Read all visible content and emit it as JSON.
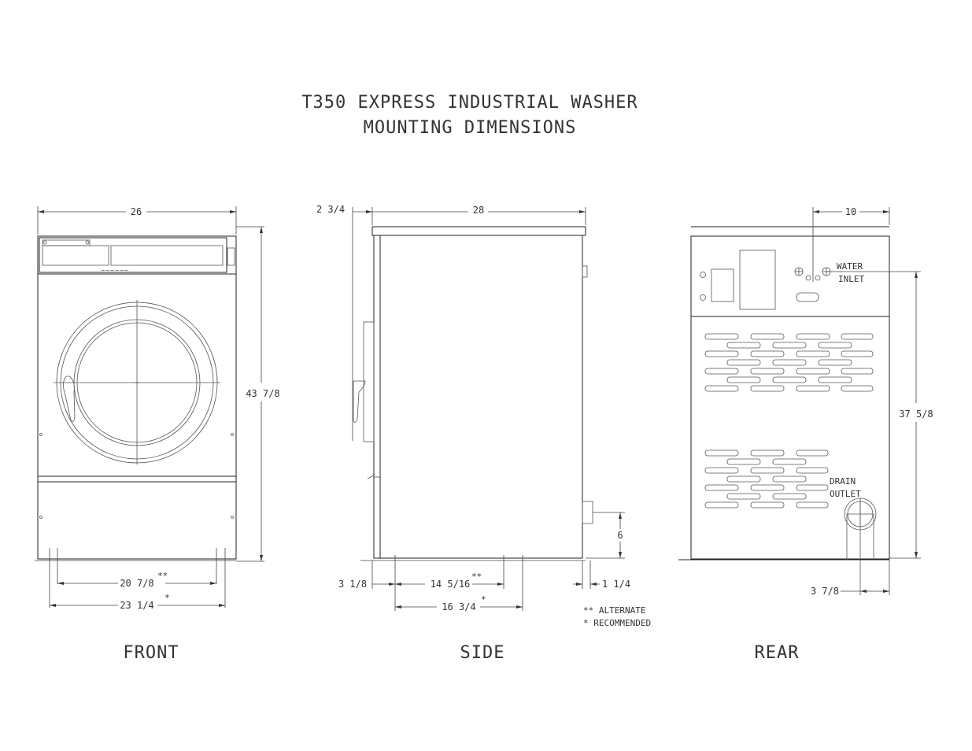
{
  "title": {
    "line1": "T350 EXPRESS INDUSTRIAL WASHER",
    "line2": "MOUNTING DIMENSIONS"
  },
  "front": {
    "label": "FRONT",
    "width_top": "26",
    "height_right": "43 7/8",
    "alt_width": "20 7/8",
    "alt_mark": "**",
    "rec_width": "23 1/4",
    "rec_mark": "*"
  },
  "side": {
    "label": "SIDE",
    "top_offset": "2 3/4",
    "depth_top": "28",
    "drain_height": "6",
    "left_offset": "3 1/8",
    "alt_depth": "14 5/16",
    "alt_mark": "**",
    "right_offset": "1 1/4",
    "rec_depth": "16 3/4",
    "rec_mark": "*"
  },
  "rear": {
    "label": "REAR",
    "inlet_offset": "10",
    "water_inlet_line1": "WATER",
    "water_inlet_line2": "INLET",
    "inlet_height": "37 5/8",
    "drain_line1": "DRAIN",
    "drain_line2": "OUTLET",
    "drain_offset": "3 7/8"
  },
  "legend": {
    "alternate": "** ALTERNATE",
    "recommended": "* RECOMMENDED"
  },
  "colors": {
    "line": "#222222",
    "background": "#ffffff"
  }
}
